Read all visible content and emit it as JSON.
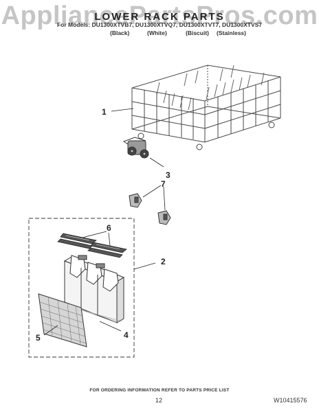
{
  "watermark": "AppliancePartsPros.com",
  "title": "LOWER RACK PARTS",
  "models_line": "For Models: DU1300XTVB7, DU1300XTVQ7, DU1300XTVT7, DU1300XTVS7",
  "finishes": [
    "(Black)",
    "(White)",
    "(Biscuit)",
    "(Stainless)"
  ],
  "callouts": [
    "1",
    "2",
    "3",
    "4",
    "5",
    "6",
    "7"
  ],
  "footer": "FOR ORDERING INFORMATION REFER TO PARTS PRICE LIST",
  "page_number": "12",
  "document_number": "W10415576"
}
